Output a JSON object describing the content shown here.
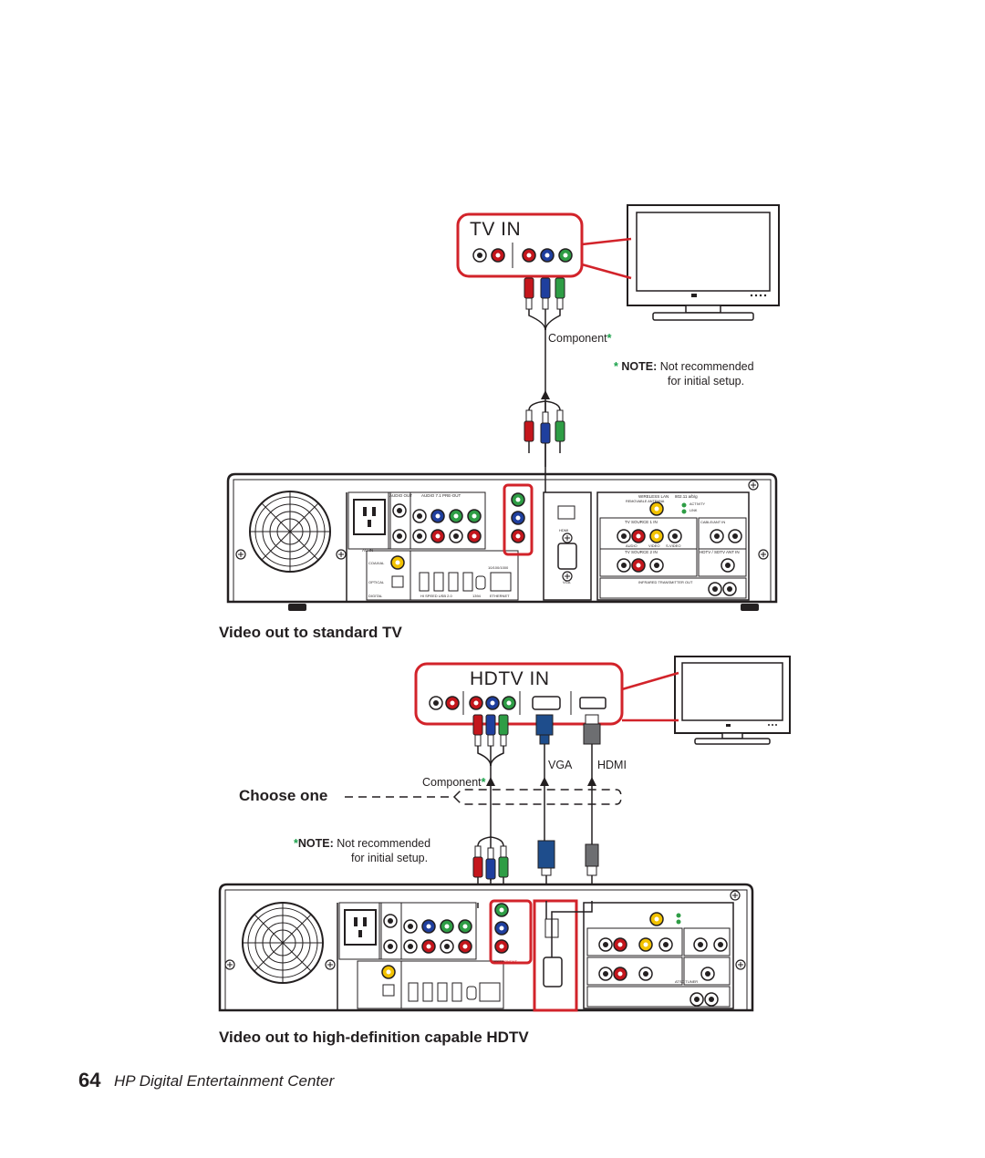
{
  "colors": {
    "callout_red": "#d2232a",
    "component_red": "#c4161c",
    "component_blue": "#1f3f9e",
    "component_green": "#2e9d45",
    "note_star": "#1aa14a",
    "vga_blue": "#1e4d8c",
    "hdmi_gray": "#6d6e71"
  },
  "diagram1": {
    "callout_label": "TV IN",
    "cable_label": "Component",
    "note_label": "NOTE:",
    "note_line1": "Not recommended",
    "note_line2": "for initial setup.",
    "caption": "Video out to standard TV"
  },
  "diagram2": {
    "callout_label": "HDTV IN",
    "vga_label": "VGA",
    "hdmi_label": "HDMI",
    "cable_label": "Component",
    "choose_label": "Choose one",
    "note_label": "NOTE:",
    "note_line1": "Not recommended",
    "note_line2": "for initial setup.",
    "caption": "Video out to high-definition capable HDTV"
  },
  "back_panel": {
    "audio_out": "AUDIO OUT",
    "audio_71": "AUDIO 7.1 PRE-OUT",
    "ac_in": "AC IN",
    "coaxial": "COAXIAL",
    "optical": "OPTICAL",
    "digital": "DIGITAL",
    "usb": "HI SPEED USB 2.0",
    "ieee": "1394",
    "ethernet": "ETHERNET",
    "lan_speed": "10/100/1000",
    "hdmi": "HDMI",
    "vga": "VGA",
    "component": "COMPONENT",
    "wireless": "WIRELESS LAN",
    "wireless_std": "802.11 a/b/g",
    "removable_antenna": "REMOVABLE ANTENNA",
    "activity": "ACTIVITY",
    "link": "LINK",
    "tv_source_1": "TV SOURCE 1 IN",
    "tv_source_2": "TV SOURCE 2 IN",
    "cable_ant": "CABLE/ANT IN",
    "hdtv_ant": "HDTV / SDTV ANT IN",
    "audio": "AUDIO",
    "video": "VIDEO",
    "svideo": "S-VIDEO",
    "infrared": "INFRARED TRANSMITTER OUT",
    "atsc": "ATSC TUNER"
  },
  "footer": {
    "page_number": "64",
    "title": "HP Digital Entertainment Center"
  }
}
